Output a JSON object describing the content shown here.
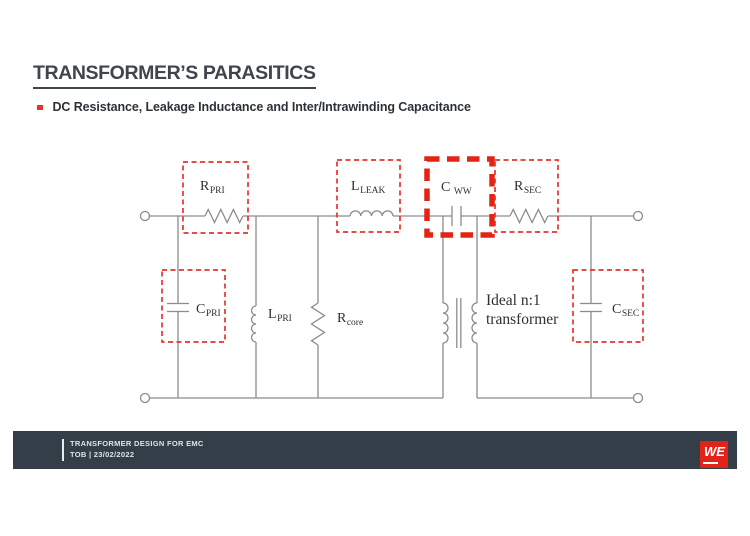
{
  "slide": {
    "title": "TRANSFORMER’S PARASITICS",
    "bullet": "DC Resistance, Leakage Inductance and Inter/Intrawinding Capacitance"
  },
  "circuit": {
    "labels": {
      "r_pri": {
        "main": "R",
        "sub": "PRI"
      },
      "l_leak": {
        "main": "L",
        "sub": "LEAK"
      },
      "c_ww": {
        "main": "C",
        "sub": "WW"
      },
      "r_sec": {
        "main": "R",
        "sub": "SEC"
      },
      "c_pri": {
        "main": "C",
        "sub": "PRI"
      },
      "l_pri": {
        "main": "L",
        "sub": "PRI"
      },
      "r_core": {
        "main": "R",
        "sub": "core"
      },
      "c_sec": {
        "main": "C",
        "sub": "SEC"
      },
      "transformer_line1": "Ideal n:1",
      "transformer_line2": "transformer"
    }
  },
  "footer": {
    "line1": "TRANSFORMER DESIGN FOR EMC",
    "line2": "TOB | 23/02/2022",
    "logo_text": "WE"
  },
  "colors": {
    "accent_red": "#e6332a",
    "emphasis_red": "#e42313",
    "wire_gray": "#8c8c8c",
    "title_color": "#3d464c",
    "body_text": "#2c3237",
    "footer_bg": "#333e48",
    "logo_red": "#e2231a"
  }
}
